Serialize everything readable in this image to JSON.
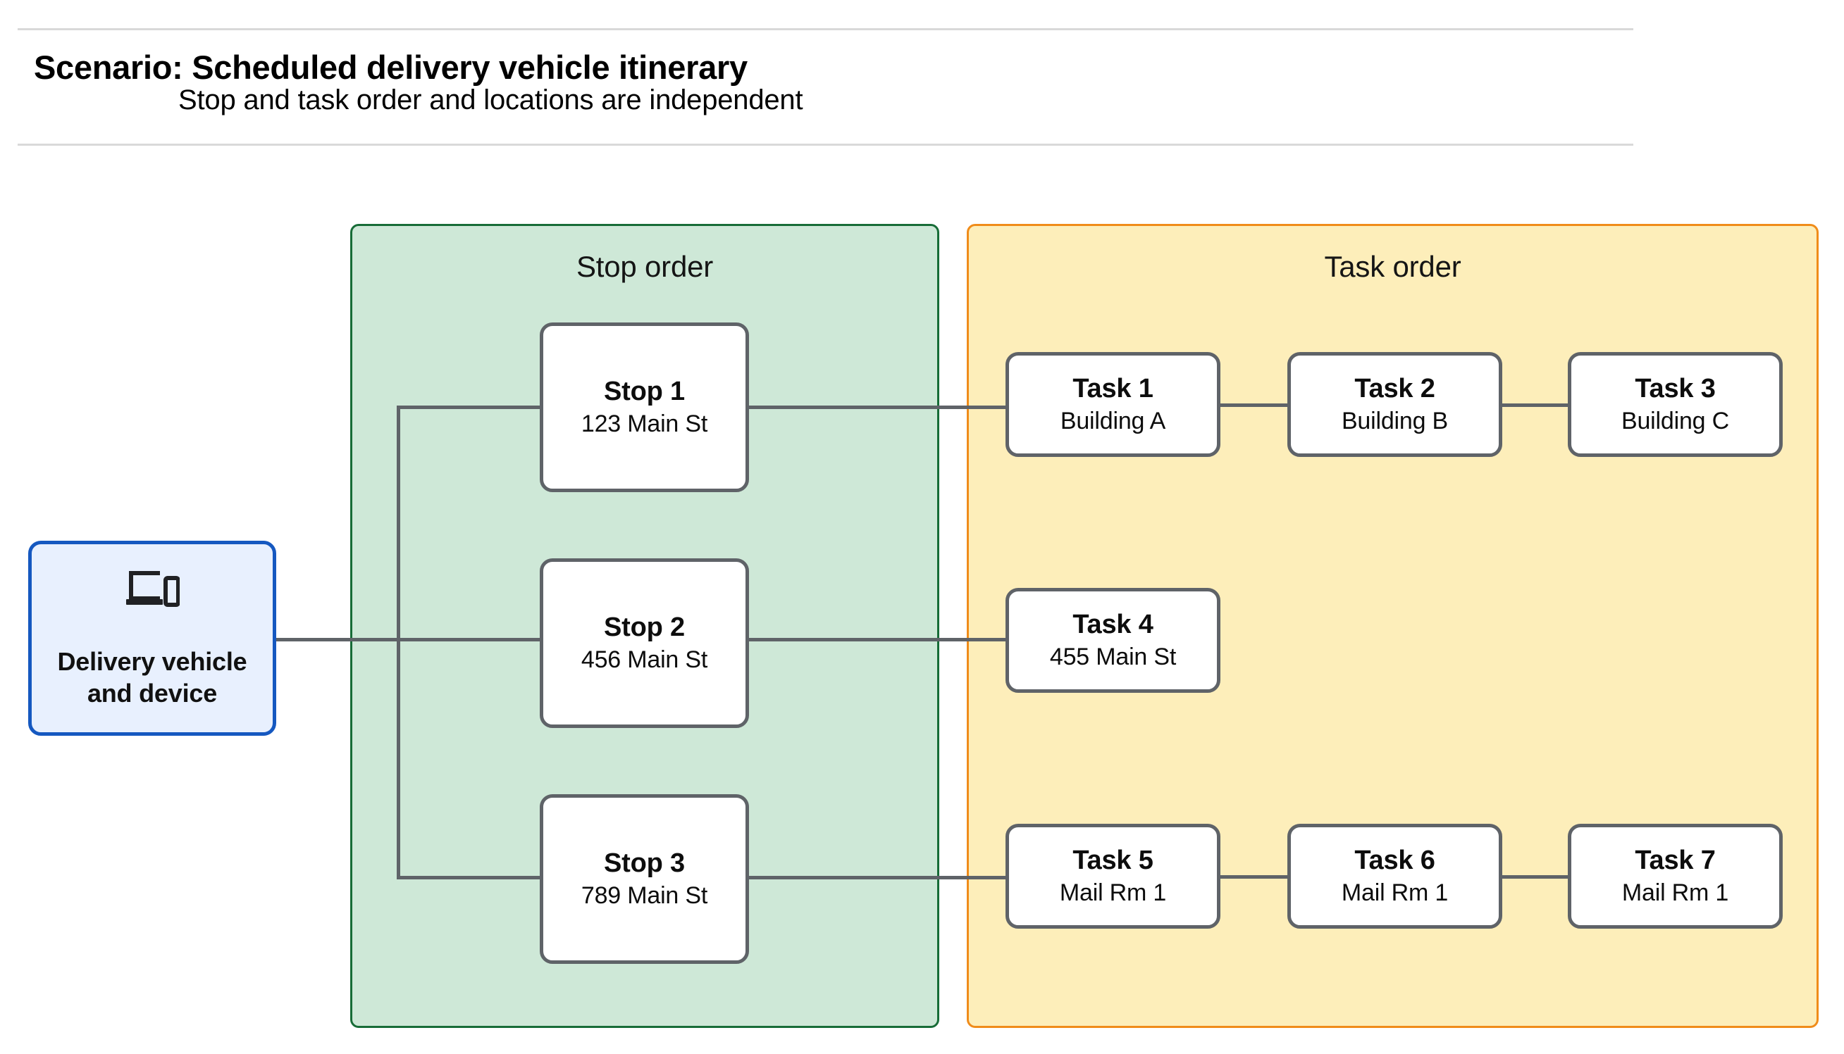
{
  "header": {
    "title": "Scenario: Scheduled delivery vehicle itinerary",
    "subtitle": "Stop and task order and locations are independent"
  },
  "vehicle": {
    "icon": "devices-icon",
    "label": "Delivery vehicle and device",
    "label_line1": "Delivery vehicle",
    "label_line2": "and device",
    "border_color": "#1558c0",
    "fill_color": "#e8f0fe"
  },
  "groups": {
    "stop": {
      "title": "Stop order",
      "fill_color": "#cee8d7",
      "border_color": "#176c37",
      "nodes": [
        {
          "title": "Stop 1",
          "subtitle": "123 Main St"
        },
        {
          "title": "Stop 2",
          "subtitle": "456 Main St"
        },
        {
          "title": "Stop 3",
          "subtitle": "789 Main St"
        }
      ]
    },
    "task": {
      "title": "Task order",
      "fill_color": "#fdeeba",
      "border_color": "#f08c1a",
      "rows": [
        {
          "nodes": [
            {
              "title": "Task 1",
              "subtitle": "Building A"
            },
            {
              "title": "Task 2",
              "subtitle": "Building B"
            },
            {
              "title": "Task 3",
              "subtitle": "Building C"
            }
          ]
        },
        {
          "nodes": [
            {
              "title": "Task 4",
              "subtitle": "455 Main St"
            }
          ]
        },
        {
          "nodes": [
            {
              "title": "Task 5",
              "subtitle": "Mail Rm 1"
            },
            {
              "title": "Task 6",
              "subtitle": "Mail Rm 1"
            },
            {
              "title": "Task 7",
              "subtitle": "Mail Rm 1"
            }
          ]
        }
      ]
    }
  },
  "connector_color": "#5f6368"
}
